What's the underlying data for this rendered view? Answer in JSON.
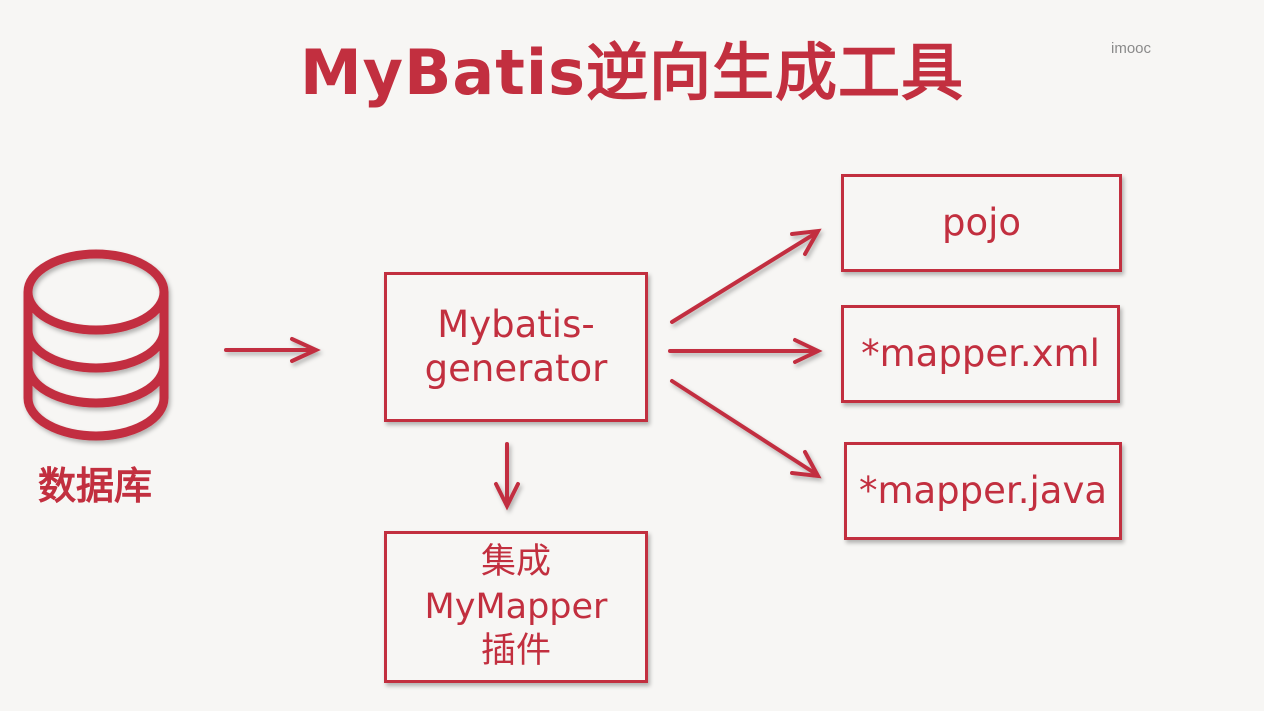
{
  "title": "MyBatis逆向生成工具",
  "watermark": "imooc",
  "database": {
    "label": "数据库"
  },
  "generator": {
    "line1": "Mybatis-",
    "line2": "generator"
  },
  "plugin": {
    "line1": "集成",
    "line2": "MyMapper",
    "line3": "插件"
  },
  "outputs": {
    "pojo": "pojo",
    "mapper_xml": "*mapper.xml",
    "mapper_java": "*mapper.java"
  },
  "colors": {
    "accent": "#c22f3f",
    "background": "#f7f6f4"
  }
}
